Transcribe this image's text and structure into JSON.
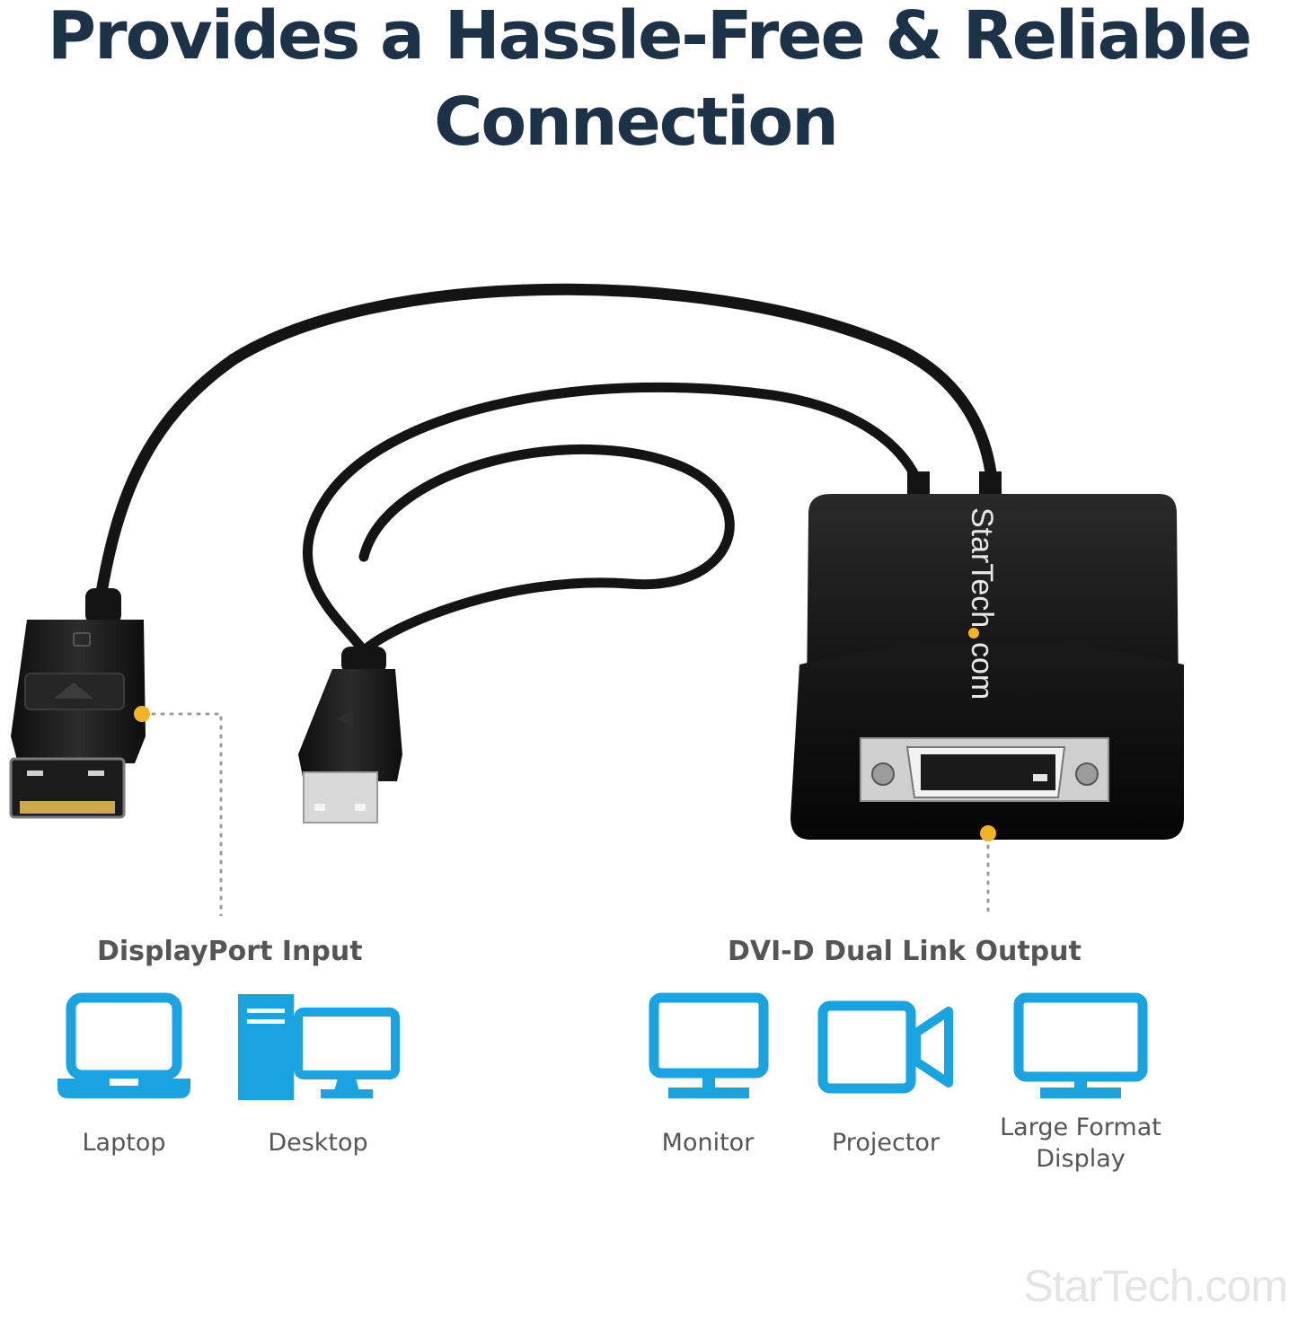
{
  "headline": {
    "line1": "Provides a Hassle-Free & Reliable",
    "line2": "Connection"
  },
  "product": {
    "brand_on_device": "StarTech.com",
    "accent_color": "#f4b324"
  },
  "input_section": {
    "title": "DisplayPort Input",
    "devices": [
      {
        "label": "Laptop",
        "icon": "laptop-icon"
      },
      {
        "label": "Desktop",
        "icon": "desktop-computer-icon"
      }
    ]
  },
  "output_section": {
    "title": "DVI-D Dual Link Output",
    "devices": [
      {
        "label": "Monitor",
        "icon": "monitor-icon"
      },
      {
        "label": "Projector",
        "icon": "projector-icon"
      },
      {
        "label": "Large Format Display",
        "label_lines": [
          "Large Format",
          "Display"
        ],
        "icon": "large-format-display-icon"
      }
    ]
  },
  "icon_color": "#19a3e0",
  "watermark": "StarTech.com"
}
